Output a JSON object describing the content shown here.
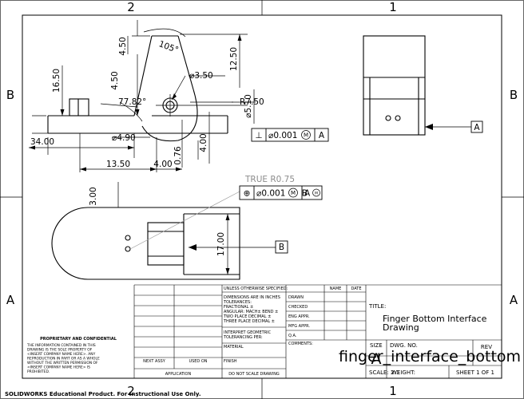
{
  "zones": {
    "top_left": "2",
    "top_right": "1",
    "bottom_left": "2",
    "bottom_right": "1",
    "left_upper": "B",
    "left_lower": "A",
    "right_upper": "B",
    "right_lower": "A"
  },
  "dimensions": {
    "d_4_50_top": "4.50",
    "d_105": "105°",
    "d_12_50": "12.50",
    "d_16_50": "16.50",
    "d_4_50_mid": "4.50",
    "d_dia_3_50": "⌀3.50",
    "d_77_82": "77.82°",
    "d_r7_50": "R7.50",
    "d_dia_5_10": "⌀5.10",
    "d_dia_4_90": "⌀4.90",
    "d_34_00": "34.00",
    "d_4_00_right": "4.00",
    "d_0_76": "0.76",
    "d_13_50": "13.50",
    "d_4_00_bottom": "4.00",
    "d_3_00": "3.00",
    "d_17_00": "17.00",
    "true_r": "TRUE R0.75"
  },
  "fcf_perpendicularity": {
    "symbol": "⊥",
    "tolerance": "⌀0.001",
    "modifier": "M",
    "datum": "A"
  },
  "fcf_position": {
    "symbol": "⊕",
    "tolerance": "⌀0.001",
    "modifier": "M",
    "datum1": "A",
    "datum2": "B",
    "datum2_modifier": "M"
  },
  "datum_labels": {
    "a": "A",
    "b": "B"
  },
  "title_block": {
    "unless_specified": "UNLESS OTHERWISE SPECIFIED:",
    "name_header": "NAME",
    "date_header": "DATE",
    "dims_in_inches": "DIMENSIONS ARE IN INCHES",
    "tolerances": "TOLERANCES:",
    "fractional": "FRACTIONAL ±",
    "angular": "ANGULAR: MACH±   BEND ±",
    "two_place": "TWO PLACE DECIMAL   ±",
    "three_place": "THREE PLACE DECIMAL  ±",
    "interpret": "INTERPRET GEOMETRIC",
    "tolerancing": "TOLERANCING PER:",
    "material": "MATERIAL",
    "finish": "FINISH",
    "do_not_scale": "DO NOT SCALE DRAWING",
    "drawn": "DRAWN",
    "checked": "CHECKED",
    "eng_appr": "ENG APPR.",
    "mfg_appr": "MFG APPR.",
    "qa": "Q.A.",
    "comments": "COMMENTS:",
    "title_label": "TITLE:",
    "title_line1": "Finger Bottom Interface",
    "title_line2": "Drawing",
    "size_label": "SIZE",
    "size_value": "A",
    "dwg_no_label": "DWG.  NO.",
    "dwg_no_value": "finger_interface_bottom",
    "rev_label": "REV",
    "scale": "SCALE: 2:1",
    "weight": "WEIGHT:",
    "sheet": "SHEET 1 OF 1",
    "next_assy": "NEXT ASSY",
    "used_on": "USED ON",
    "application": "APPLICATION",
    "proprietary_title": "PROPRIETARY AND CONFIDENTIAL",
    "proprietary_1": "THE INFORMATION CONTAINED IN THIS",
    "proprietary_2": "DRAWING IS THE SOLE PROPERTY OF",
    "proprietary_3": "<INSERT COMPANY NAME HERE>.  ANY",
    "proprietary_4": "REPRODUCTION IN PART OR AS A WHOLE",
    "proprietary_5": "WITHOUT THE WRITTEN PERMISSION OF",
    "proprietary_6": "<INSERT COMPANY NAME HERE> IS",
    "proprietary_7": "PROHIBITED."
  },
  "footer": "SOLIDWORKS Educational Product. For Instructional Use Only."
}
